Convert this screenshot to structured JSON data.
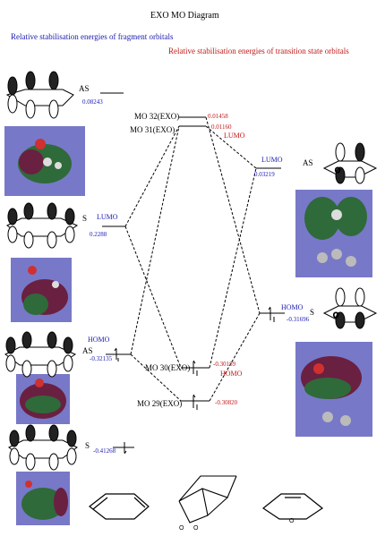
{
  "title": "EXO MO Diagram",
  "header_left": "Relative stabilisation energies of fragment orbitals",
  "header_right": "Relative stabilisation energies of transition state orbitals",
  "left_fragment": {
    "as_top": {
      "label": "AS",
      "energy": "0.08243"
    },
    "lumo": {
      "sym": "S",
      "tag": "LUMO",
      "energy": "0.2288"
    },
    "homo": {
      "sym": "AS",
      "tag": "HOMO",
      "energy": "-0.32135"
    },
    "low": {
      "sym": "S",
      "energy": "-0.41268"
    }
  },
  "transition_state": {
    "mo32": {
      "label": "MO 32(EXO)",
      "energy": "0.01458"
    },
    "mo31": {
      "label": "MO 31(EXO)",
      "energy": "0.01160",
      "tag": "LUMO"
    },
    "mo30": {
      "label": "MO 30(EXO)",
      "energy": "-0.30189",
      "tag": "HOMO"
    },
    "mo29": {
      "label": "MO 29(EXO)",
      "energy": "-0.30820"
    }
  },
  "right_fragment": {
    "lumo": {
      "tag": "LUMO",
      "sym": "AS",
      "energy": "0.03219"
    },
    "homo": {
      "tag": "HOMO",
      "sym": "S",
      "energy": "-0.31696"
    }
  },
  "colors": {
    "blue": "#1a1ab0",
    "red": "#c01818",
    "orbital_bg": "#7878c8"
  },
  "icons": [
    "orbital-lobes-icon",
    "cyclohexadiene-icon",
    "bicyclic-adduct-icon",
    "dihydrofuran-icon"
  ]
}
